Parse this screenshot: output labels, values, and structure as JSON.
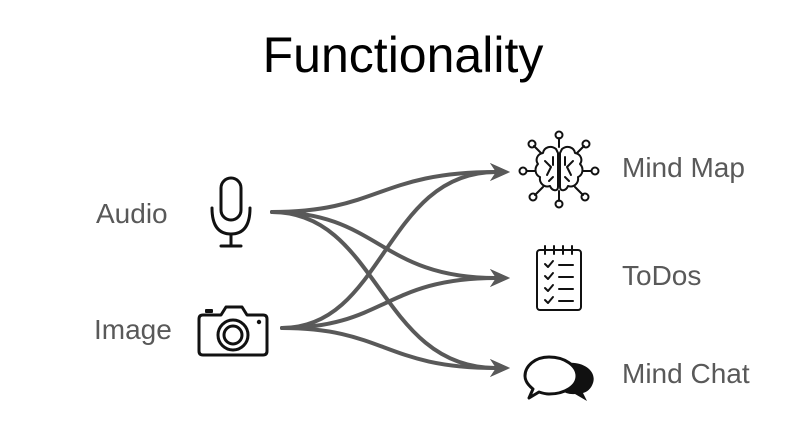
{
  "title": "Functionality",
  "inputs": [
    {
      "id": "audio",
      "label": "Audio",
      "icon": "microphone-icon"
    },
    {
      "id": "image",
      "label": "Image",
      "icon": "camera-icon"
    }
  ],
  "outputs": [
    {
      "id": "mindmap",
      "label": "Mind Map",
      "icon": "brain-network-icon"
    },
    {
      "id": "todos",
      "label": "ToDos",
      "icon": "checklist-icon"
    },
    {
      "id": "mindchat",
      "label": "Mind Chat",
      "icon": "chat-bubbles-icon"
    }
  ],
  "edges": [
    {
      "from": "audio",
      "to": "mindmap"
    },
    {
      "from": "audio",
      "to": "todos"
    },
    {
      "from": "audio",
      "to": "mindchat"
    },
    {
      "from": "image",
      "to": "mindmap"
    },
    {
      "from": "image",
      "to": "todos"
    },
    {
      "from": "image",
      "to": "mindchat"
    }
  ],
  "colors": {
    "edge": "#595959",
    "label": "#595959",
    "title": "#000000",
    "icon": "#111111"
  }
}
